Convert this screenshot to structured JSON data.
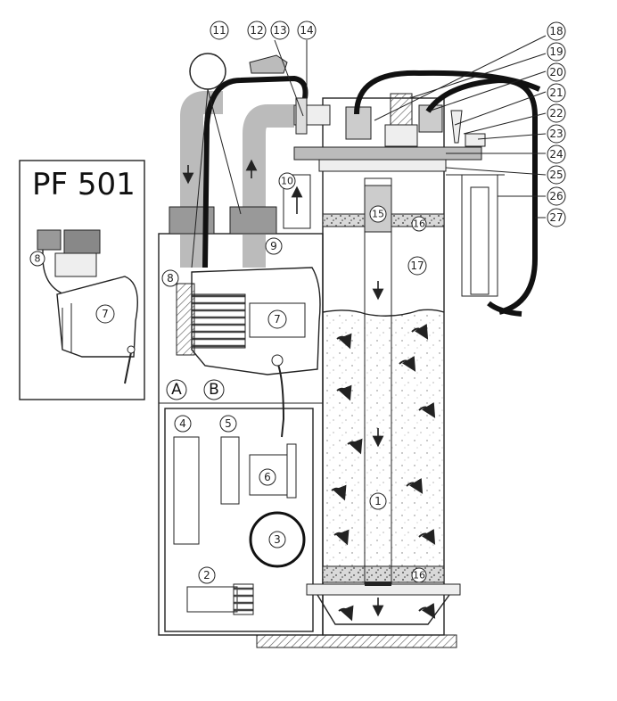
{
  "inset": {
    "title": "PF 501",
    "labels": [
      "8",
      "7"
    ]
  },
  "sections": [
    "A",
    "B"
  ],
  "callouts": [
    "11",
    "12",
    "13",
    "14",
    "18",
    "19",
    "20",
    "21",
    "22",
    "23",
    "24",
    "25",
    "26",
    "27"
  ],
  "part_labels": [
    "1",
    "2",
    "3",
    "4",
    "5",
    "6",
    "7",
    "8",
    "9",
    "10",
    "15",
    "16",
    "16",
    "17"
  ]
}
